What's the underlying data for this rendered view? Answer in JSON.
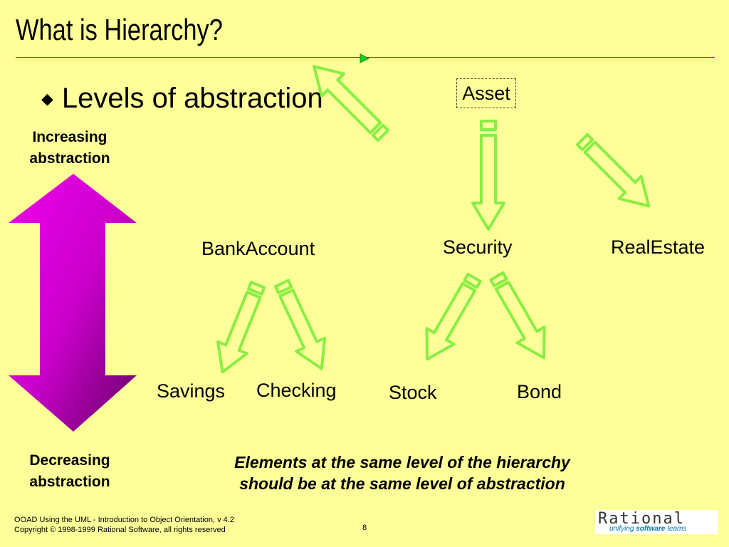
{
  "slide": {
    "title": "What is Hierarchy?",
    "bullet": "Levels of abstraction",
    "increasing_line1": "Increasing",
    "increasing_line2": "abstraction",
    "decreasing_line1": "Decreasing",
    "decreasing_line2": "abstraction",
    "note_line1": "Elements at the same level of the hierarchy",
    "note_line2": "should be at the same level of abstraction"
  },
  "hierarchy": {
    "root": "Asset",
    "level2": [
      "BankAccount",
      "Security",
      "RealEstate"
    ],
    "level3": [
      "Savings",
      "Checking",
      "Stock",
      "Bond"
    ]
  },
  "footer": {
    "line1": "OOAD Using the UML - Introduction to Object Orientation, v 4.2",
    "line2": "Copyright © 1998-1999 Rational Software, all rights reserved",
    "page": "8",
    "logo_word": "Rational",
    "logo_tag_a": "unifying ",
    "logo_tag_b": "software",
    "logo_tag_c": " teams"
  },
  "colors": {
    "background": "#ffff99",
    "rule": "#e0007a",
    "arrow_outline": "#88ee44",
    "double_arrow": "#cc00cc",
    "marker": "#22cc22"
  }
}
